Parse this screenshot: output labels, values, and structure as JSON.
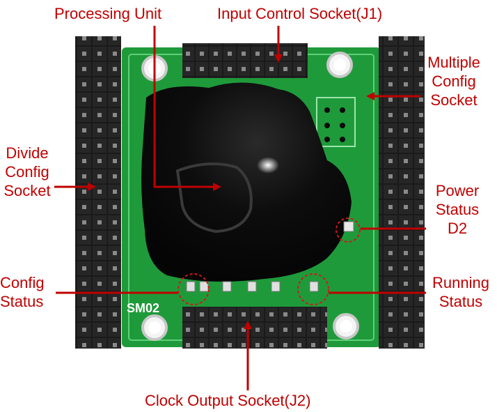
{
  "labels": {
    "processing_unit": "Processing Unit",
    "input_socket": "Input Control Socket(J1)",
    "multiple_config": [
      "Multiple",
      "Config",
      "Socket"
    ],
    "divide_config": [
      "Divide",
      "Config",
      "Socket"
    ],
    "power_status": [
      "Power",
      "Status",
      "D2"
    ],
    "config_status": [
      "Config",
      "Status"
    ],
    "running_status": [
      "Running",
      "Status"
    ],
    "clock_output_socket": "Clock Output Socket(J2)"
  },
  "board_marking": "SM02",
  "colors": {
    "label_red": "#c00000",
    "pcb_green": "#1f9a3a",
    "chip_black": "#0a0a0a",
    "pin_header": "#1c1c1c",
    "pin_metal": "#b5b5b5"
  }
}
